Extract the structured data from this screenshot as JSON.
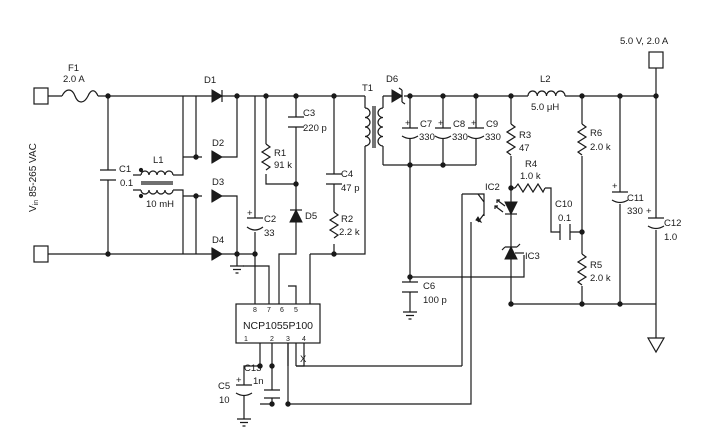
{
  "input": {
    "prefix": "V",
    "subscript": "in",
    "range": "85-265 VAC"
  },
  "output": {
    "label": "5.0 V,  2.0 A"
  },
  "parts": {
    "f1": {
      "ref": "F1",
      "value": "2.0 A"
    },
    "c1": {
      "ref": "C1",
      "value": "0.1"
    },
    "l1": {
      "ref": "L1",
      "value": "10 mH"
    },
    "d1": {
      "ref": "D1"
    },
    "d2": {
      "ref": "D2"
    },
    "d3": {
      "ref": "D3"
    },
    "d4": {
      "ref": "D4"
    },
    "c2": {
      "ref": "C2",
      "value": "33"
    },
    "r1": {
      "ref": "R1",
      "value": "91 k"
    },
    "c3": {
      "ref": "C3",
      "value": "220 p"
    },
    "d5": {
      "ref": "D5"
    },
    "c4": {
      "ref": "C4",
      "value": "47 p"
    },
    "r2": {
      "ref": "R2",
      "value": "2.2 k"
    },
    "t1": {
      "ref": "T1"
    },
    "d6": {
      "ref": "D6"
    },
    "c7": {
      "ref": "C7",
      "value": "330"
    },
    "c8": {
      "ref": "C8",
      "value": "330"
    },
    "c9": {
      "ref": "C9",
      "value": "330"
    },
    "r3": {
      "ref": "R3",
      "value": "47"
    },
    "l2": {
      "ref": "L2",
      "value": "5.0 μH"
    },
    "r4": {
      "ref": "R4",
      "value": "1.0 k"
    },
    "ic2": {
      "ref": "IC2"
    },
    "c10": {
      "ref": "C10",
      "value": "0.1"
    },
    "ic3": {
      "ref": "IC3"
    },
    "r5": {
      "ref": "R5",
      "value": "2.0 k"
    },
    "r6": {
      "ref": "R6",
      "value": "2.0 k"
    },
    "c11": {
      "ref": "C11",
      "value": "330"
    },
    "c12": {
      "ref": "C12",
      "value": "1.0"
    },
    "c6": {
      "ref": "C6",
      "value": "100 p"
    },
    "c13": {
      "ref": "C13",
      "value": "1n"
    },
    "c5": {
      "ref": "C5",
      "value": "10"
    }
  },
  "ic1": {
    "name": "NCP1055P100",
    "pins_top": [
      "8",
      "7",
      "6",
      "5"
    ],
    "pins_bottom": [
      "1",
      "2",
      "3",
      "4"
    ]
  },
  "marks": {
    "plus": "+",
    "no_connect": "X"
  }
}
